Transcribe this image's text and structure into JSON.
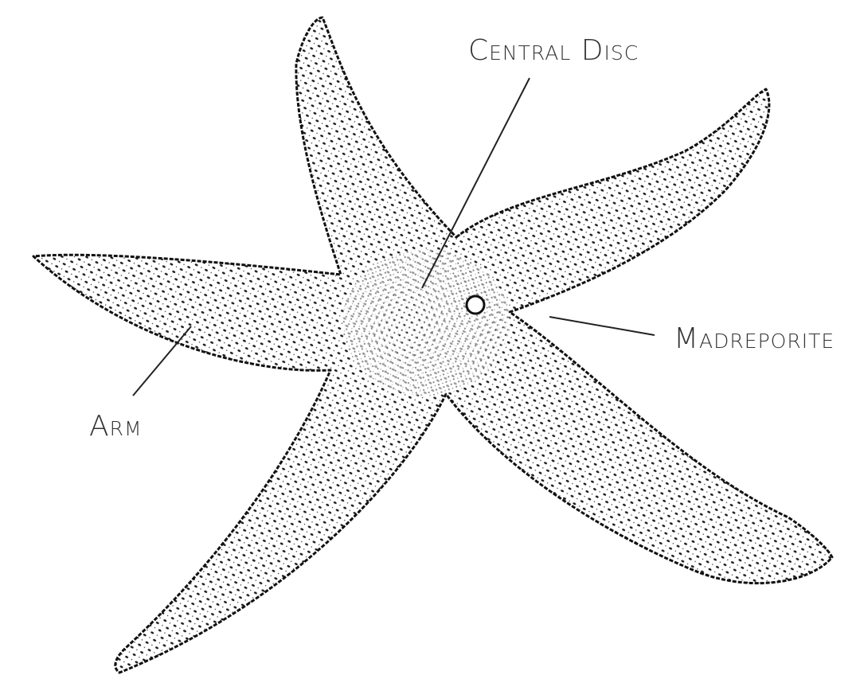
{
  "diagram": {
    "subject": "starfish",
    "labels": {
      "central_disc": "Central Disc",
      "madreporite": "Madreporite",
      "arm": "Arm"
    }
  },
  "colors": {
    "ink": "#1a1a1a",
    "label_text": "#333333",
    "background": "#ffffff"
  }
}
